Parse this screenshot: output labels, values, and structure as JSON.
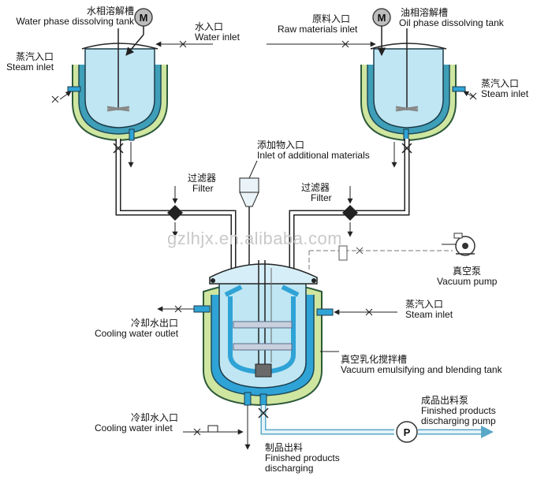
{
  "labels": {
    "water_tank_cn": "水相溶解槽",
    "water_tank_en": "Water phase dissolving tank",
    "water_inlet_cn": "水入口",
    "water_inlet_en": "Water inlet",
    "raw_inlet_cn": "原料入口",
    "raw_inlet_en": "Raw materials inlet",
    "oil_tank_cn": "油相溶解槽",
    "oil_tank_en": "Oil phase dissolving tank",
    "steam_left_cn": "蒸汽入口",
    "steam_left_en": "Steam inlet",
    "steam_right_cn": "蒸汽入口",
    "steam_right_en": "Steam inlet",
    "additive_cn": "添加物入口",
    "additive_en": "Inlet of additional materials",
    "filter_left_cn": "过滤器",
    "filter_left_en": "Filter",
    "filter_right_cn": "过滤器",
    "filter_right_en": "Filter",
    "vacuum_cn": "真空泵",
    "vacuum_en": "Vacuum pump",
    "cooling_out_cn": "冷却水出口",
    "cooling_out_en": "Cooling water outlet",
    "steam_main_cn": "蒸汽入口",
    "steam_main_en": "Steam inlet",
    "emulsify_cn": "真空乳化搅拌槽",
    "emulsify_en": "Vacuum emulsifying and blending tank",
    "pump_cn": "成品出料泵",
    "pump_en1": "Finished products",
    "pump_en2": "discharging pump",
    "cooling_in_cn": "冷却水入口",
    "cooling_in_en": "Cooling water inlet",
    "discharge_cn": "制品出料",
    "discharge_en1": "Finished products",
    "discharge_en2": "discharging",
    "motor_left": "M",
    "motor_right": "M",
    "pump_symbol": "P",
    "watermark": "gzlhjx.en.alibaba.com"
  },
  "colors": {
    "jacket_outer": "#cfe6a0",
    "jacket_line": "#2d5a3a",
    "tank_body": "#bfe6f2",
    "coil": "#2fa3d6",
    "pipe": "#ffffff",
    "pipe_line": "#222222"
  }
}
